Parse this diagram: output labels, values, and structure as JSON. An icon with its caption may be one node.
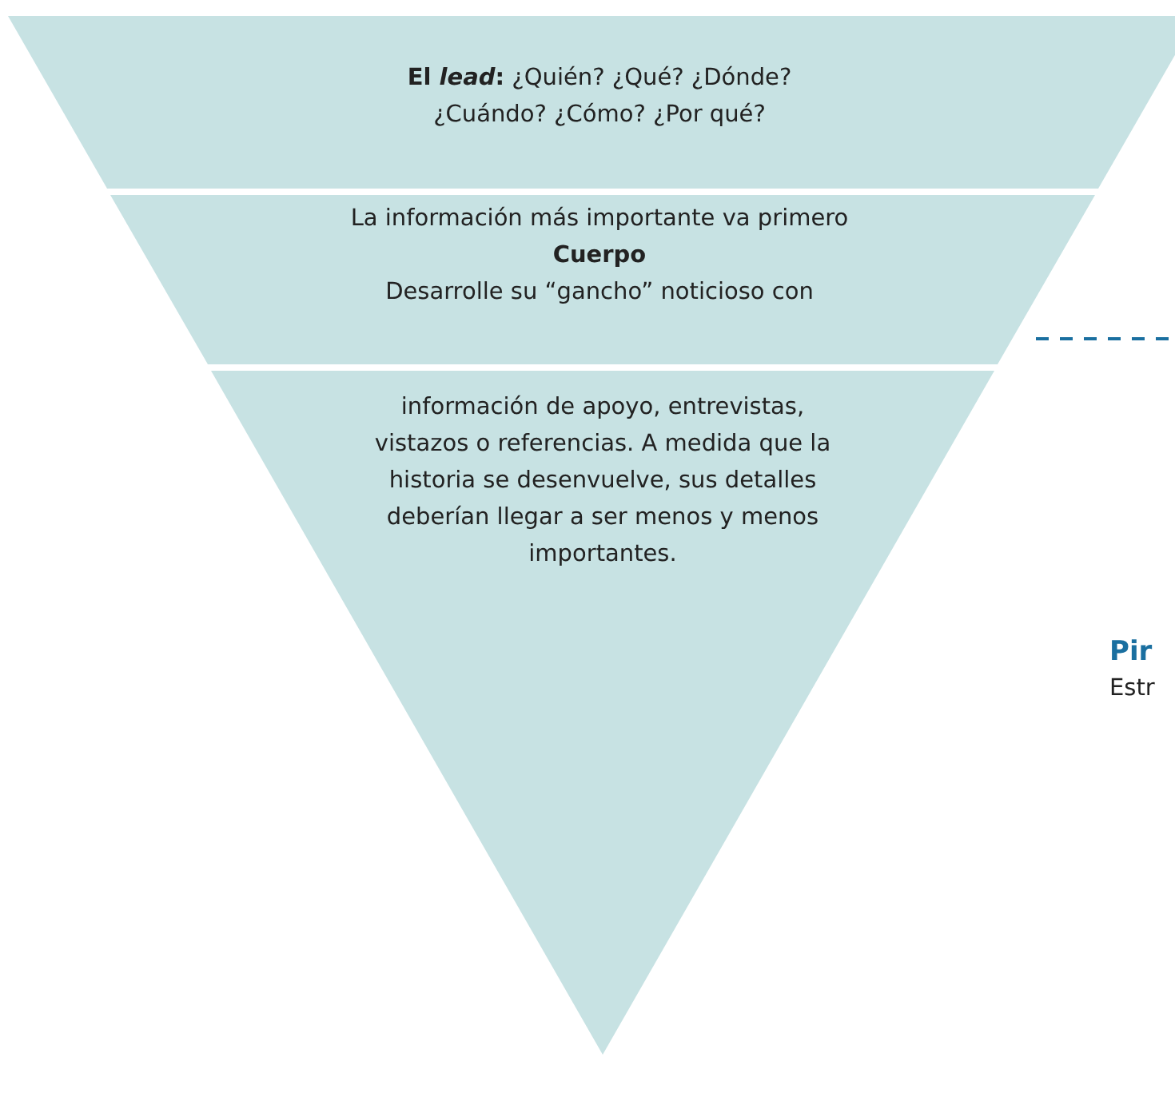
{
  "diagram": {
    "nodes": [
      {
        "text": [
          "El *lead*:",
          "¿Quién? ¿Qué? ¿Dónde? ¿Cuándo? ¿Cómo? ¿Por qué?"
        ]
      },
      {
        "text": [
          "La información más importante va primero",
          "Cuerpo",
          "Desarrolle su “gancho” noticioso con"
        ]
      },
      {
        "text": [
          "información de apoyo, entrevistas, vistazos o referencias. A medida que la historia se desenvuelve, sus detalles deberían llegar a ser menos y menos importantes."
        ]
      }
    ],
    "labels": [
      "Pir",
      "Estr"
    ]
  }
}
